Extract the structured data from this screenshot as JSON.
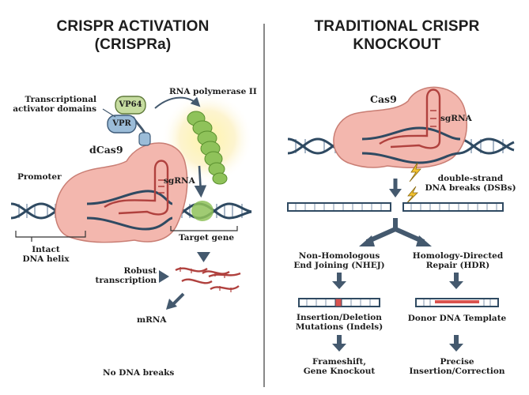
{
  "left": {
    "title_line1": "CRISPR ACTIVATION",
    "title_line2": "(CRISPRa)",
    "labels": {
      "activator_line1": "Transcriptional",
      "activator_line2": "activator domains",
      "vp64": "VP64",
      "vpr": "VPR",
      "rna_pol": "RNA polymerase II",
      "dcas9": "dCas9",
      "promoter": "Promoter",
      "sgrna": "sgRNA",
      "intact_line1": "Intact",
      "intact_line2": "DNA helix",
      "target_gene": "Target gene",
      "robust_line1": "Robust",
      "robust_line2": "transcription",
      "mrna": "mRNA",
      "no_breaks": "No DNA breaks"
    }
  },
  "right": {
    "title_line1": "TRADITIONAL CRISPR",
    "title_line2": "KNOCKOUT",
    "labels": {
      "cas9": "Cas9",
      "sgrna": "sgRNA",
      "dsb_line1": "double-strand",
      "dsb_line2": "DNA breaks (DSBs)",
      "nhej_line1": "Non-Homologous",
      "nhej_line2": "End Joining (NHEJ)",
      "hdr_line1": "Homology-Directed",
      "hdr_line2": "Repair (HDR)",
      "indel_line1": "Insertion/Deletion",
      "indel_line2": "Mutations (Indels)",
      "donor": "Donor DNA Template",
      "ko_line1": "Frameshift,",
      "ko_line2": "Gene Knockout",
      "precise_line1": "Precise",
      "precise_line2": "Insertion/Correction"
    }
  },
  "colors": {
    "dna_strand": "#2f4a62",
    "dna_rung": "#aab8c8",
    "protein_fill": "#f3b7ae",
    "protein_stroke": "#c97e74",
    "rna": "#b0413e",
    "vp64_fill": "#c6dca0",
    "vpr_fill": "#9bbcd8",
    "polymerase": "#8fc25a",
    "arrow": "#44596e",
    "divider": "#555555"
  },
  "icons": [
    "dna-helix-icon",
    "protein-blob-icon",
    "sgrna-hairpin-icon",
    "rna-polymerase-icon",
    "lightning-break-icon",
    "down-arrow-icon",
    "fork-arrow-icon",
    "mrna-strand-icon"
  ]
}
